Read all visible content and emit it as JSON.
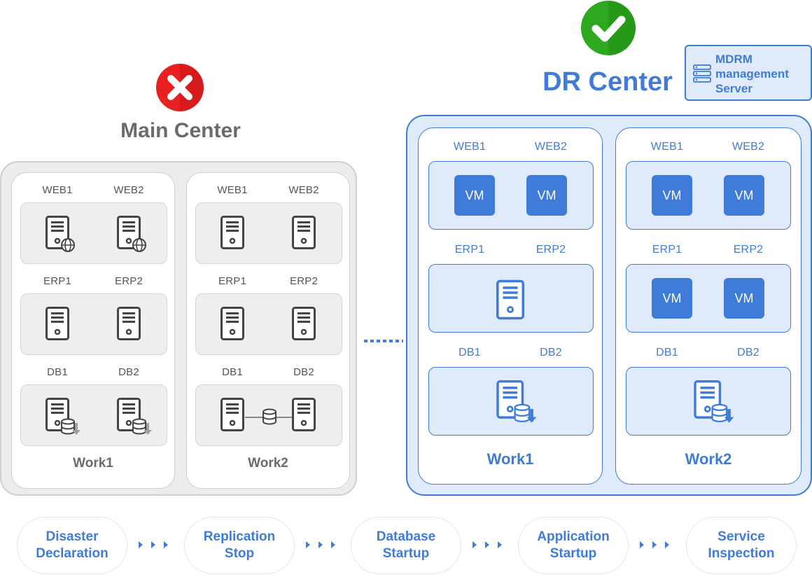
{
  "main_center": {
    "title": "Main Center",
    "status_icon": "x-circle-icon",
    "status_color": "#e8201f",
    "works": [
      {
        "name": "Work1",
        "web": [
          "WEB1",
          "WEB2"
        ],
        "erp": [
          "ERP1",
          "ERP2"
        ],
        "db": [
          "DB1",
          "DB2"
        ]
      },
      {
        "name": "Work2",
        "web": [
          "WEB1",
          "WEB2"
        ],
        "erp": [
          "ERP1",
          "ERP2"
        ],
        "db": [
          "DB1",
          "DB2"
        ]
      }
    ]
  },
  "dr_center": {
    "title": "DR Center",
    "status_icon": "check-circle-icon",
    "status_color": "#2ea81e",
    "accent_color": "#3f7bd8",
    "management_server": [
      "MDRM",
      "management",
      "Server"
    ],
    "works": [
      {
        "name": "Work1",
        "web": [
          "WEB1",
          "WEB2"
        ],
        "web_vms": [
          "VM",
          "VM"
        ],
        "erp": [
          "ERP1",
          "ERP2"
        ],
        "db": [
          "DB1",
          "DB2"
        ]
      },
      {
        "name": "Work2",
        "web": [
          "WEB1",
          "WEB2"
        ],
        "web_vms": [
          "VM",
          "VM"
        ],
        "erp": [
          "ERP1",
          "ERP2"
        ],
        "erp_vms": [
          "VM",
          "VM"
        ],
        "db": [
          "DB1",
          "DB2"
        ]
      }
    ]
  },
  "steps": [
    [
      "Disaster",
      "Declaration"
    ],
    [
      "Replication",
      "Stop"
    ],
    [
      "Database",
      "Startup"
    ],
    [
      "Application",
      "Startup"
    ],
    [
      "Service",
      "Inspection"
    ]
  ]
}
